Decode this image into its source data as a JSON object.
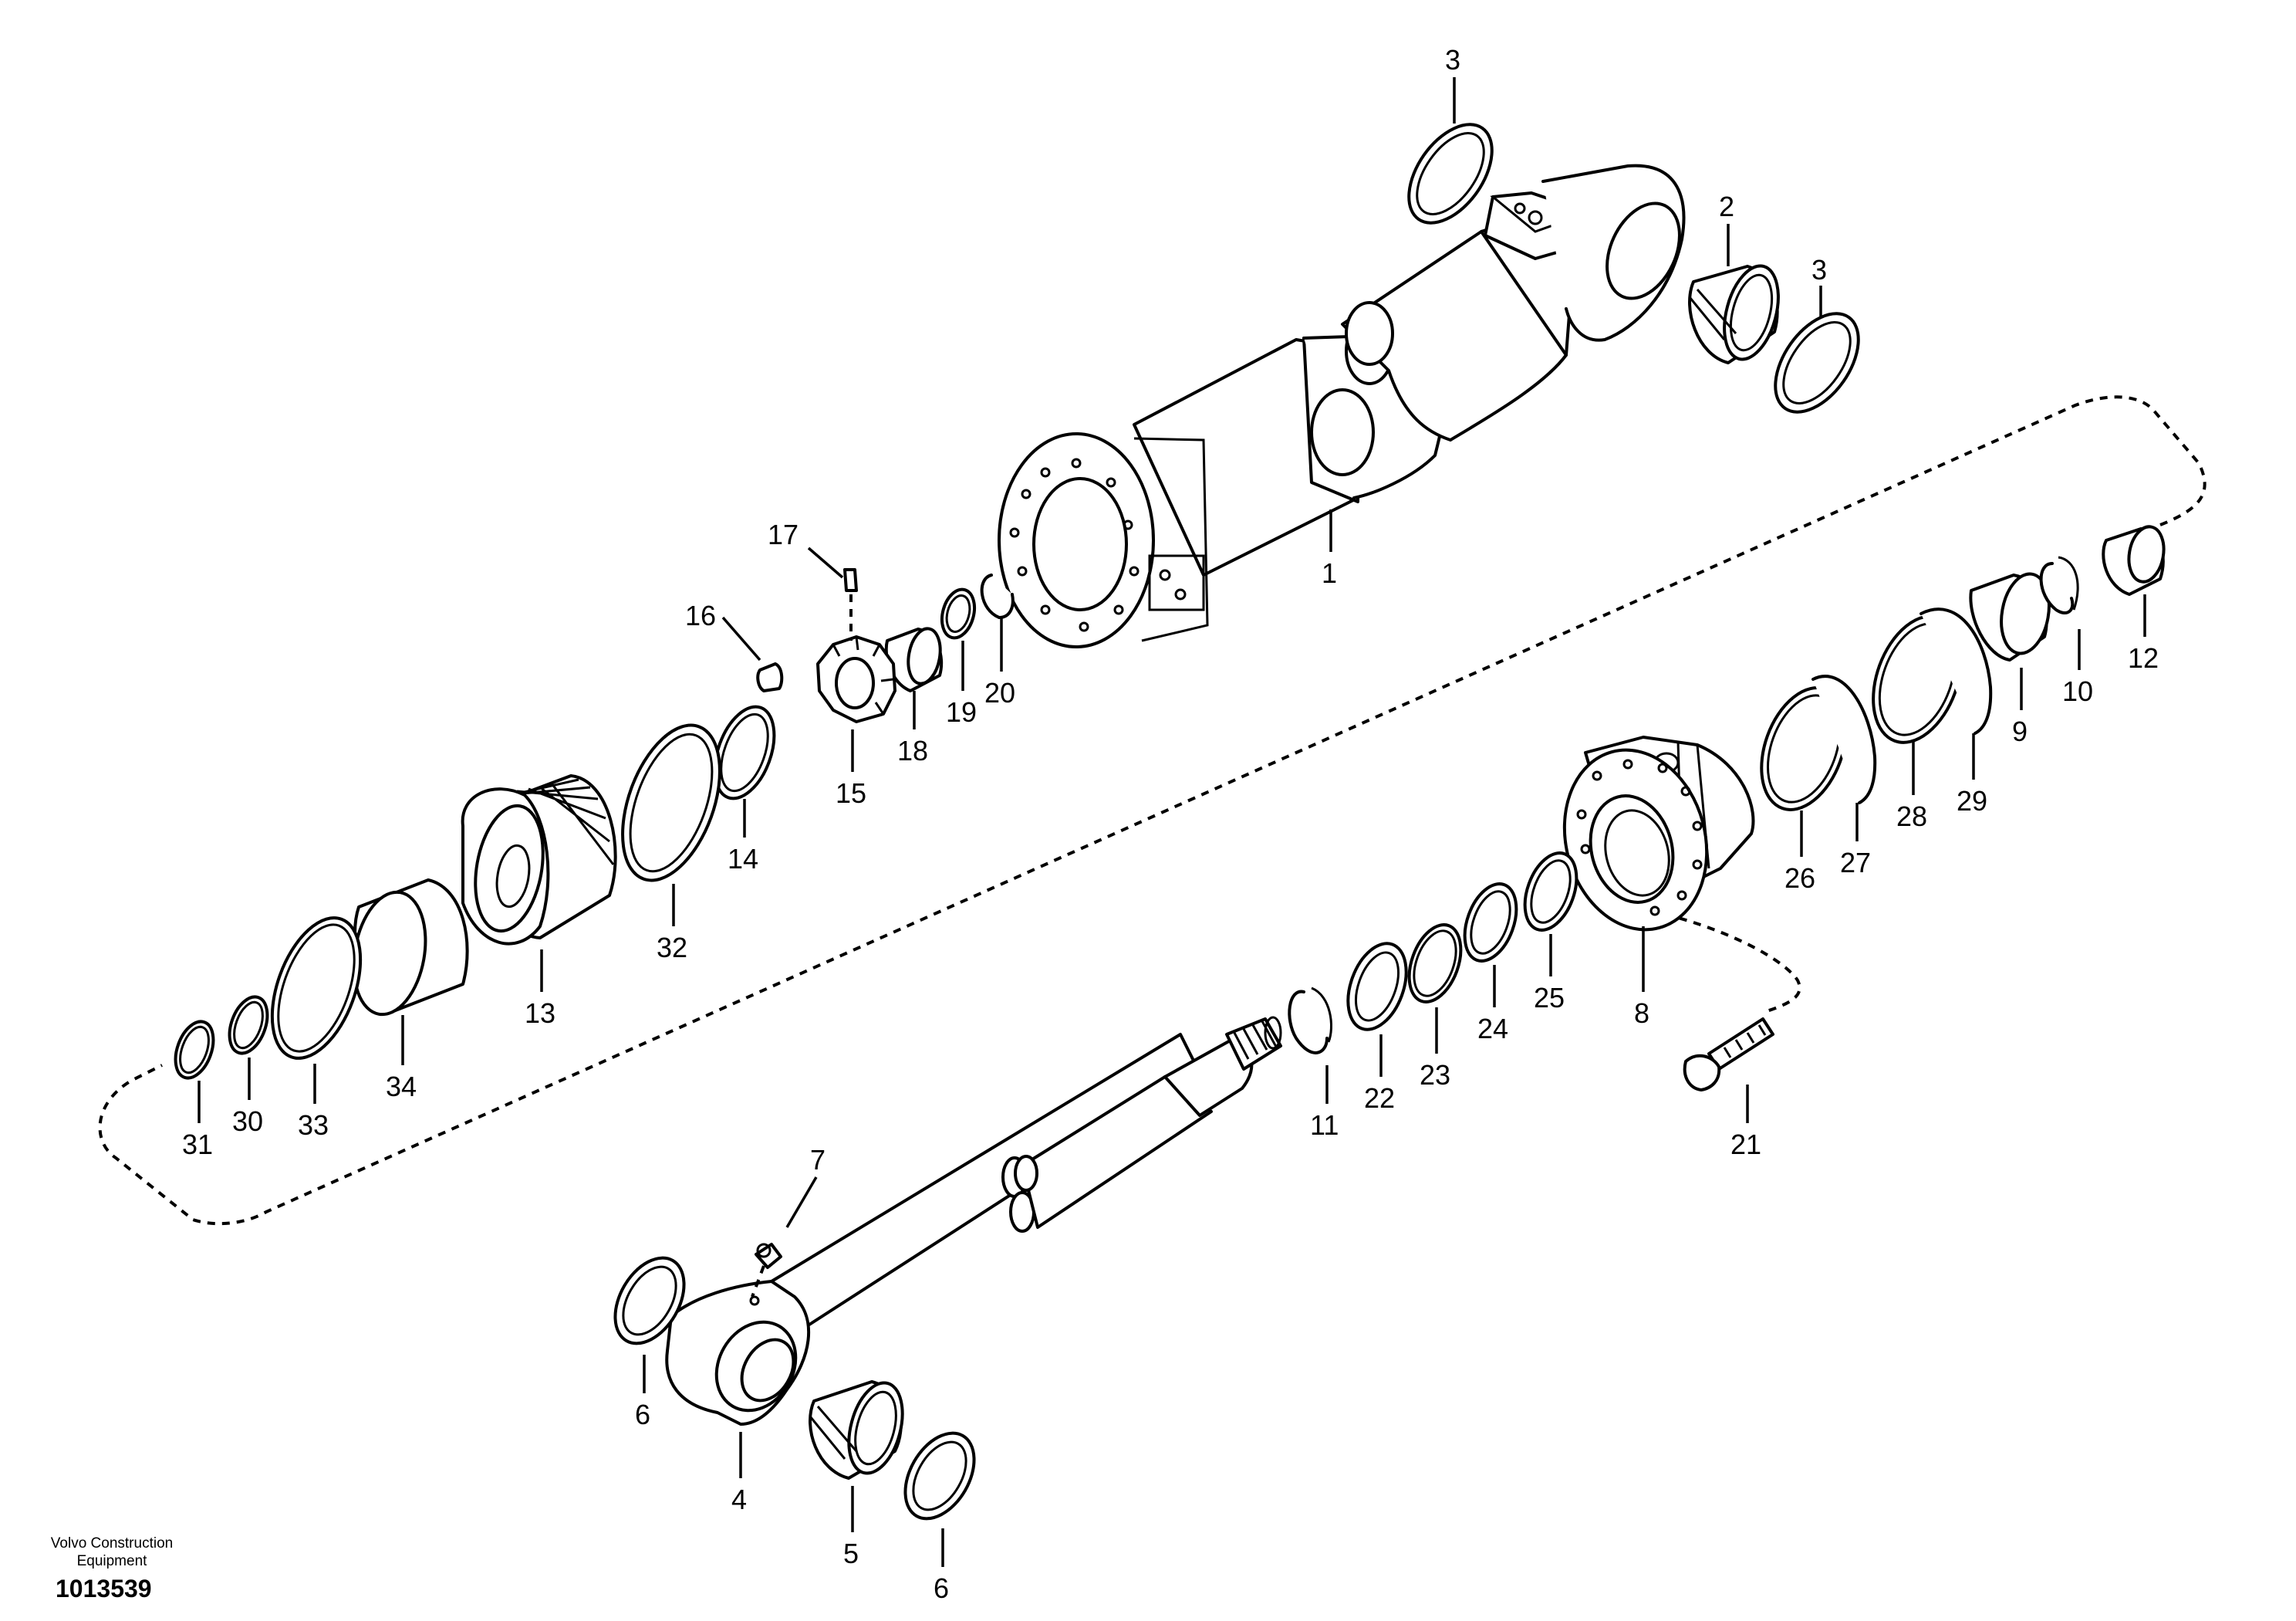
{
  "footer": {
    "brand_line1": "Volvo Construction",
    "brand_line2": "Equipment",
    "drawing_number": "1013539"
  },
  "callouts": {
    "c1": "1",
    "c2": "2",
    "c3a": "3",
    "c3b": "3",
    "c4": "4",
    "c5": "5",
    "c6a": "6",
    "c6b": "6",
    "c7": "7",
    "c8": "8",
    "c9": "9",
    "c10": "10",
    "c11": "11",
    "c12": "12",
    "c13": "13",
    "c14": "14",
    "c15": "15",
    "c16": "16",
    "c17": "17",
    "c18": "18",
    "c19": "19",
    "c20": "20",
    "c21": "21",
    "c22": "22",
    "c23": "23",
    "c24": "24",
    "c25": "25",
    "c26": "26",
    "c27": "27",
    "c28": "28",
    "c29": "29",
    "c30": "30",
    "c31": "31",
    "c32": "32",
    "c33": "33",
    "c34": "34"
  }
}
